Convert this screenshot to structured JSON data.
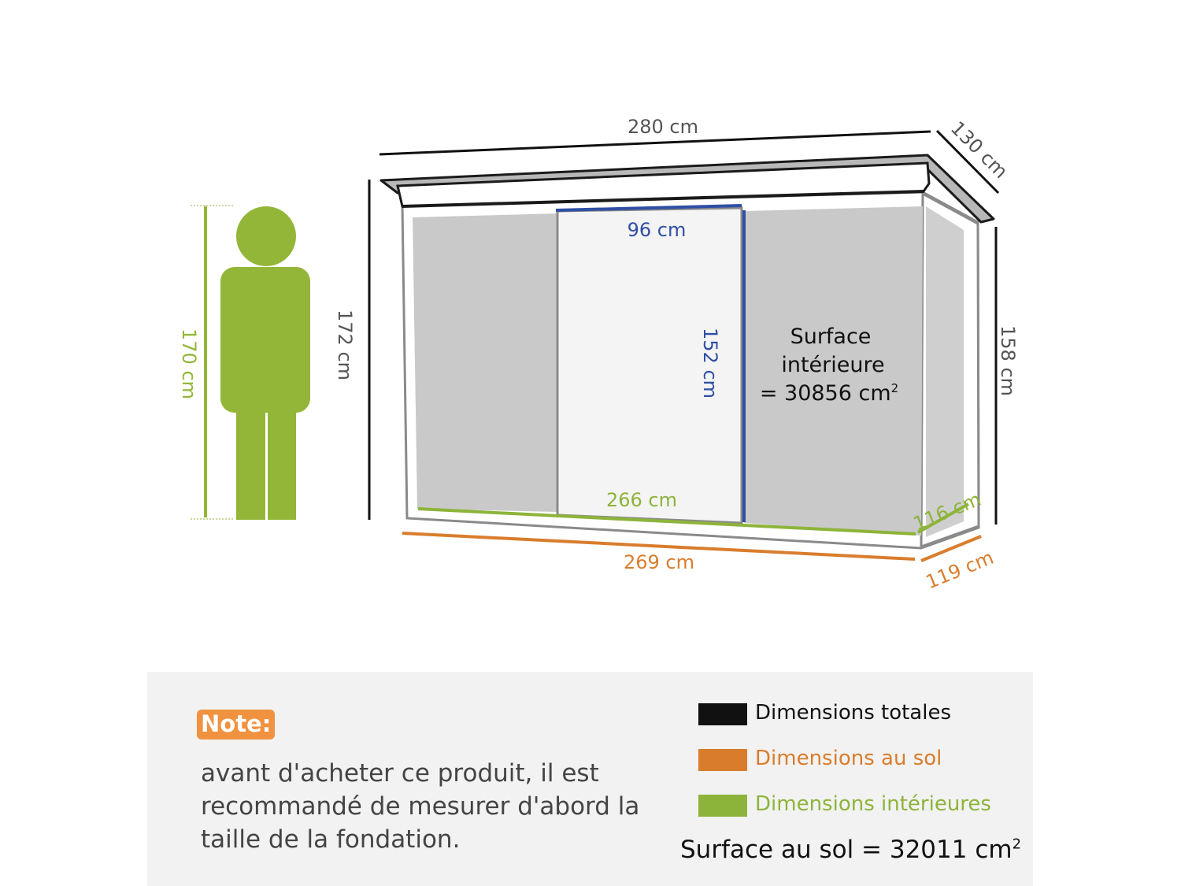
{
  "colors": {
    "total": "#111111",
    "floor": "#d97d2d",
    "interior": "#8db43a",
    "door": "#2f4fa5",
    "person": "#93b638",
    "shed_outline": "#8a8a8a",
    "panel_fill": "#c9c9c9",
    "note_badge": "#f0923f"
  },
  "person": {
    "icon": "person-silhouette",
    "height_label": "170 cm"
  },
  "dimensions": {
    "total_width": "280 cm",
    "total_depth": "130 cm",
    "total_height_front": "172 cm",
    "total_height_back": "158 cm",
    "door_width": "96 cm",
    "door_height": "152 cm",
    "interior_width": "266 cm",
    "interior_depth": "116 cm",
    "floor_width": "269 cm",
    "floor_depth": "119 cm"
  },
  "interior_area": {
    "line1": "Surface",
    "line2": "intérieure",
    "line3": "= 30856 cm",
    "superscript": "2"
  },
  "note": {
    "badge": "Note:",
    "text": "avant d'acheter ce produit, il est recommandé de mesurer d'abord la taille de la fondation."
  },
  "legend": {
    "total": "Dimensions totales",
    "floor": "Dimensions au sol",
    "interior": "Dimensions intérieures"
  },
  "floor_area": {
    "text": "Surface au sol  = 32011 cm",
    "superscript": "2"
  }
}
